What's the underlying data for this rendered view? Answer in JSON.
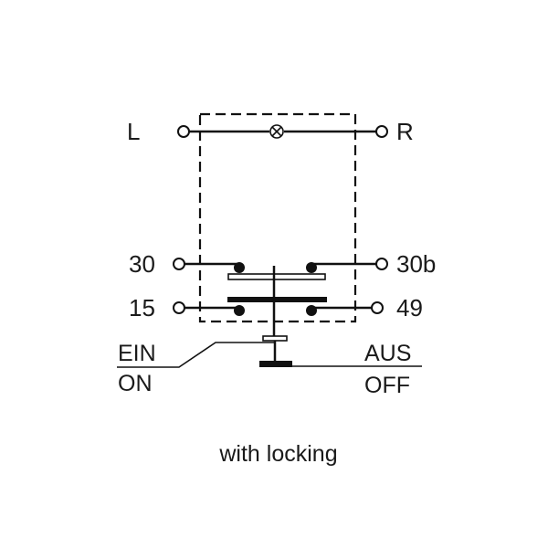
{
  "terminals": {
    "left_top": "L",
    "right_top": "R",
    "left_mid": "30",
    "right_mid": "30b",
    "left_low": "15",
    "right_low": "49"
  },
  "switch_states": {
    "on_de": "EIN",
    "on_en": "ON",
    "off_de": "AUS",
    "off_en": "OFF"
  },
  "caption": "with locking"
}
